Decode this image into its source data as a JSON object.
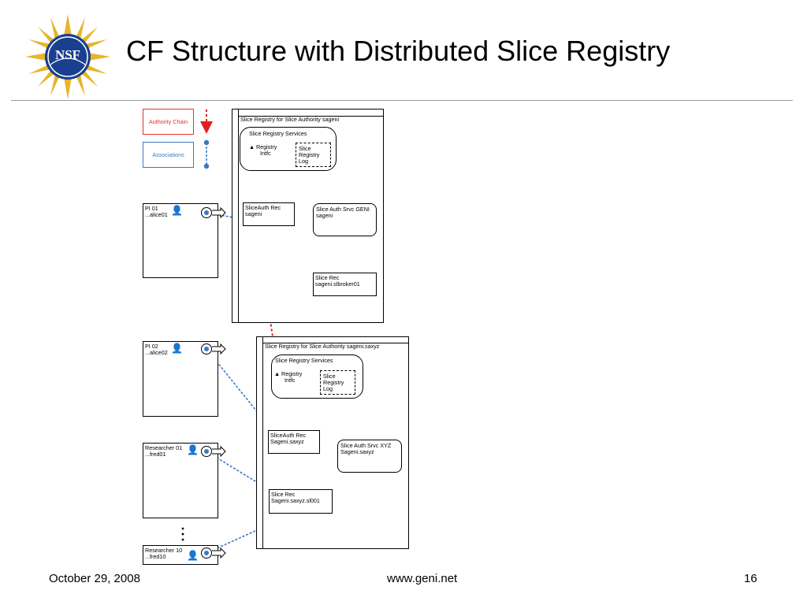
{
  "slide": {
    "title": "CF Structure with Distributed Slice Registry",
    "logo_text": "NSF",
    "footer": {
      "date": "October 29, 2008",
      "url": "www.geni.net",
      "page": "16"
    }
  },
  "legend": {
    "authority_chain": "Authority Chain",
    "associations": "Associations"
  },
  "colors": {
    "authority": "#e02020",
    "association": "#3a78c2",
    "rule": "#9a9a9a"
  },
  "registry1": {
    "title": "Slice Registry for Slice Authority sageni",
    "services_title": "Slice Registry Services",
    "intfc": [
      "Registry",
      "Intfc"
    ],
    "log": [
      "Slice",
      "Registry",
      "Log"
    ],
    "sliceauth_rec": [
      "SliceAuth Rec",
      "sageni"
    ],
    "sliceauth_srvc": [
      "Slice Auth Srvc GENI",
      "sageni"
    ],
    "slice_rec": [
      "Slice Rec",
      "sageni.slbroker01"
    ]
  },
  "registry2": {
    "title": "Slice Registry for Slice Authority sageni.saxyz",
    "services_title": "Slice Registry Services",
    "intfc": [
      "Registry",
      "Intfc"
    ],
    "log": [
      "Slice",
      "Registry",
      "Log"
    ],
    "sliceauth_rec": [
      "SliceAuth Rec",
      "Sageni.saxyz"
    ],
    "sliceauth_srvc": [
      "Slice Auth Srvc XYZ",
      "Sageni.saxyz"
    ],
    "slice_rec": [
      "Slice Rec",
      "Sageni.saxyz.sl001"
    ]
  },
  "principals": [
    {
      "name": "PI 01",
      "id": "...alice01"
    },
    {
      "name": "PI 02",
      "id": "...alice02"
    },
    {
      "name": "Researcher 01",
      "id": "...fred01"
    },
    {
      "name": "Researcher 10",
      "id": "...fred10"
    }
  ]
}
